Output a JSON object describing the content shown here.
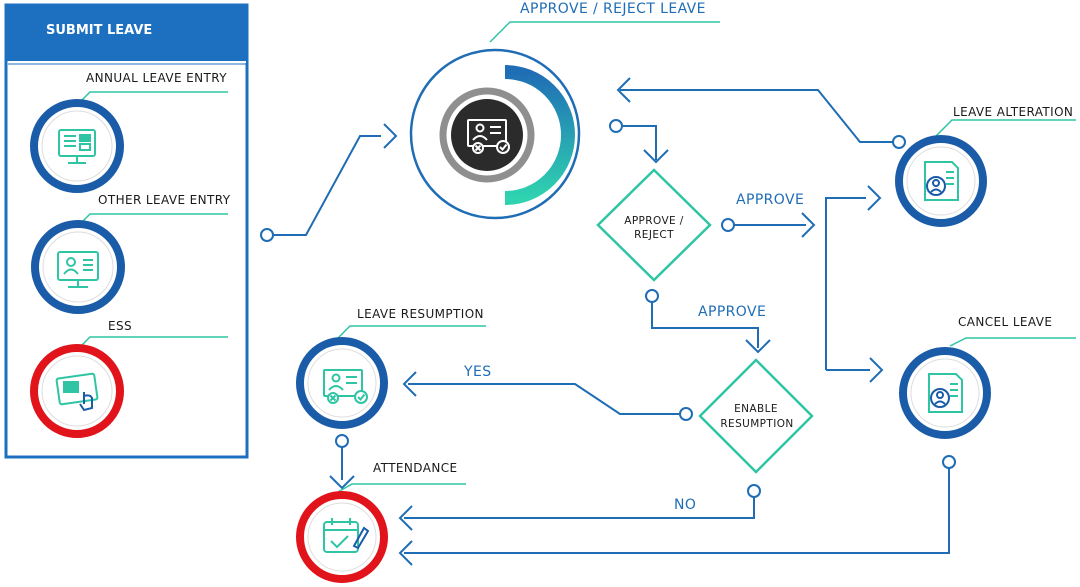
{
  "submit_panel": {
    "title": "SUBMIT LEAVE",
    "items": [
      {
        "label": "ANNUAL LEAVE ENTRY",
        "icon": "monitor-form-icon"
      },
      {
        "label": "OTHER LEAVE ENTRY",
        "icon": "monitor-profile-icon"
      },
      {
        "label": "ESS",
        "icon": "touch-screen-icon"
      }
    ]
  },
  "nodes": {
    "approve_reject_leave": "APPROVE / REJECT LEAVE",
    "leave_alteration": "LEAVE ALTERATION",
    "cancel_leave": "CANCEL LEAVE",
    "leave_resumption": "LEAVE RESUMPTION",
    "attendance": "ATTENDANCE"
  },
  "decisions": {
    "approve_reject": [
      "APPROVE /",
      "REJECT"
    ],
    "enable_resumption": [
      "ENABLE",
      "RESUMPTION"
    ]
  },
  "edge_labels": {
    "approve_right": "APPROVE",
    "approve_down": "APPROVE",
    "yes": "YES",
    "no": "NO"
  },
  "colors": {
    "blue": "#1f6db5",
    "navy": "#1b5ca8",
    "teal": "#2fc5a4",
    "red": "#e0141a",
    "header_bg": "#1d70c0"
  }
}
